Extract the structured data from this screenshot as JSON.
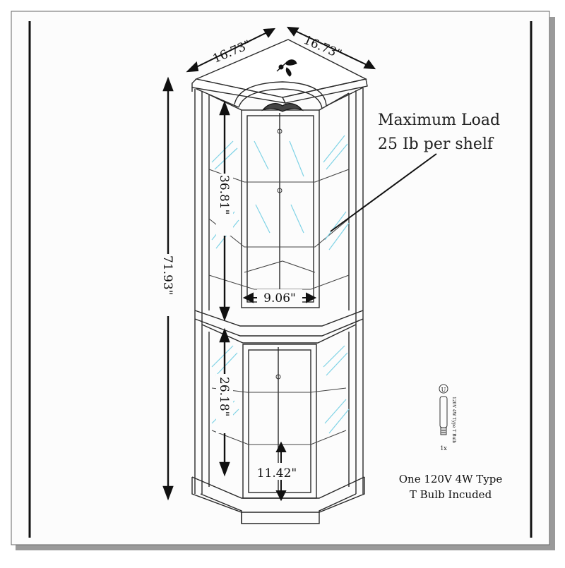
{
  "dimensions": {
    "top_width_left": "16.73\"",
    "top_width_right": "16.73\"",
    "total_height": "71.93\"",
    "upper_height": "36.81\"",
    "lower_height": "26.18\"",
    "shelf_width": "9.06\"",
    "lower_depth": "11.42\""
  },
  "load_note": {
    "line1": "Maximum Load",
    "line2": "25 Ib per shelf"
  },
  "bulb": {
    "caption_line1": "One 120V 4W Type",
    "caption_line2": "T Bulb Incuded",
    "label_vertical": "120V 4W Type T Bulb",
    "quantity": "1x",
    "badge": "U"
  },
  "colors": {
    "line": "#2a2a2a",
    "glass": "#7fd3e6",
    "frame": "#111111"
  }
}
